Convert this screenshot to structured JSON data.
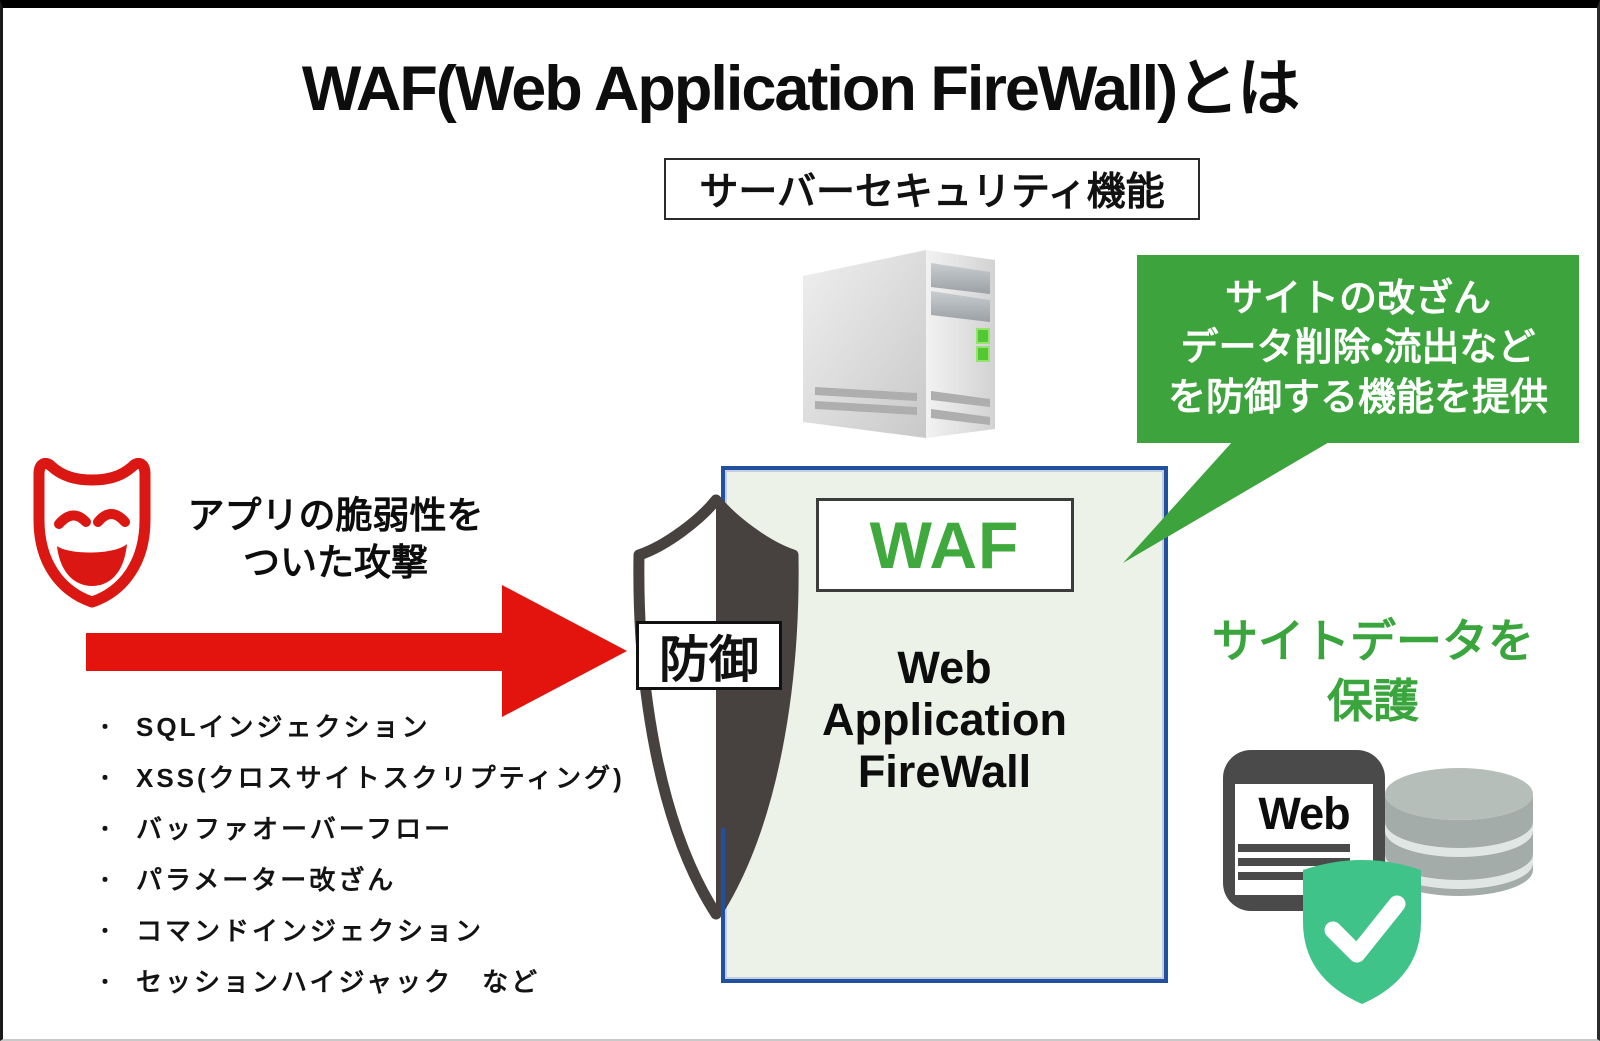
{
  "title": {
    "text": "WAF(Web Application FireWall)とは"
  },
  "server": {
    "label": "サーバーセキュリティ機能",
    "icon": "server-tower-icon"
  },
  "bubble": {
    "line1": "サイトの改ざん",
    "line2": "データ削除・流出など",
    "line3": "を防御する機能を提供"
  },
  "waf": {
    "badge": "WAF",
    "word1": "Web",
    "word2": "Application",
    "word3": "FireWall",
    "defense_label": "防御"
  },
  "attack": {
    "caption1": "アプリの脆弱性を",
    "caption2": "ついた攻撃",
    "bullet": "・",
    "items": [
      "SQLインジェクション",
      "XSS(クロスサイトスクリプティング)",
      "バッファオーバーフロー",
      "パラメーター改ざん",
      "コマンドインジェクション",
      "セッションハイジャック　など"
    ]
  },
  "protect": {
    "caption1": "サイトデータを",
    "caption2": "保護",
    "web_label": "Web"
  },
  "colors": {
    "bubble_green": "#3da33c",
    "waf_text_green": "#3fa93d",
    "protect_green": "#3aa53c",
    "check_shield_mint": "#3fc389",
    "attack_red": "#e3130d",
    "panel_bg": "#ecf2e8",
    "panel_border_blue": "#20509e",
    "shield_dark": "#474240",
    "icon_gray": "#4a4a4a"
  }
}
